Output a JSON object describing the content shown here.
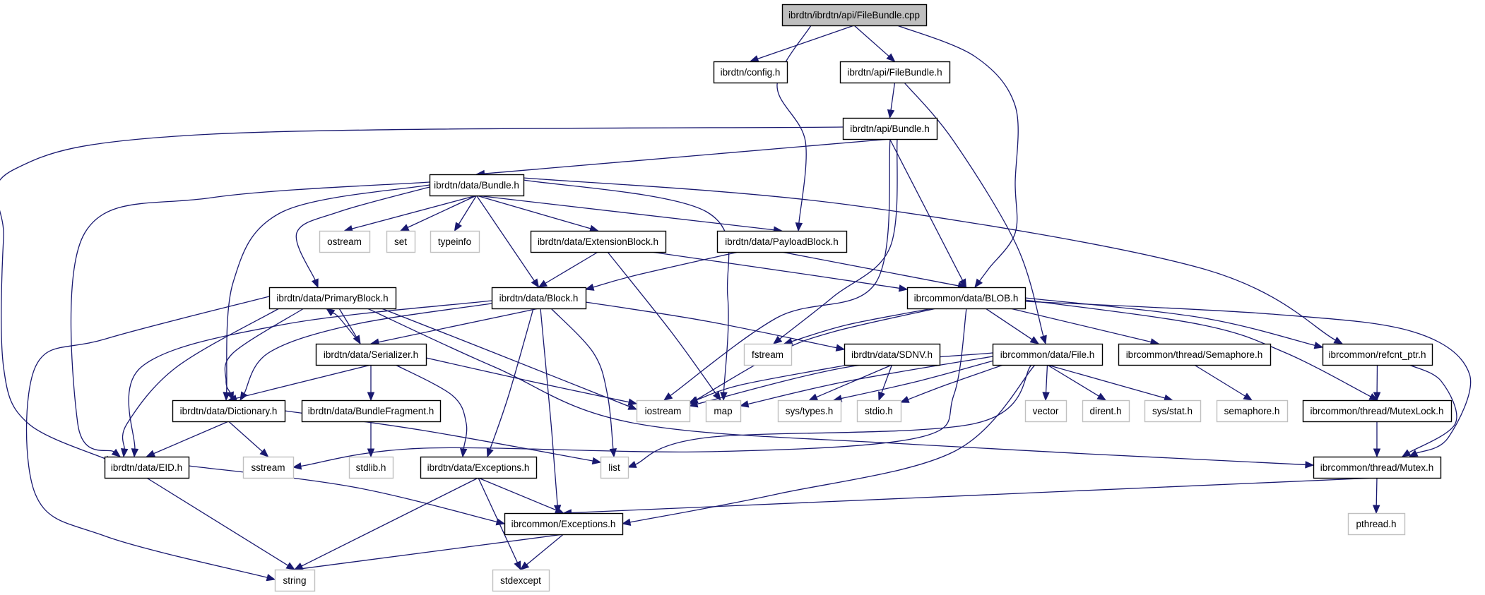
{
  "diagram": {
    "title": "ibrdtn/ibrdtn/api/FileBundle.cpp",
    "type": "include-dependency-graph",
    "colors": {
      "edge": "#191970",
      "root_fill": "#bfbfbf",
      "project_border": "#000000",
      "system_border": "#c0c0c0"
    },
    "nodes": [
      {
        "id": "root",
        "label": "ibrdtn/ibrdtn/api/FileBundle.cpp",
        "kind": "root"
      },
      {
        "id": "config",
        "label": "ibrdtn/config.h",
        "kind": "project"
      },
      {
        "id": "apiFileBundle",
        "label": "ibrdtn/api/FileBundle.h",
        "kind": "project"
      },
      {
        "id": "apiBundle",
        "label": "ibrdtn/api/Bundle.h",
        "kind": "project"
      },
      {
        "id": "dataBundle",
        "label": "ibrdtn/data/Bundle.h",
        "kind": "project"
      },
      {
        "id": "ostream",
        "label": "ostream",
        "kind": "system"
      },
      {
        "id": "set",
        "label": "set",
        "kind": "system"
      },
      {
        "id": "typeinfo",
        "label": "typeinfo",
        "kind": "system"
      },
      {
        "id": "extBlock",
        "label": "ibrdtn/data/ExtensionBlock.h",
        "kind": "project"
      },
      {
        "id": "payloadBlock",
        "label": "ibrdtn/data/PayloadBlock.h",
        "kind": "project"
      },
      {
        "id": "primaryBlock",
        "label": "ibrdtn/data/PrimaryBlock.h",
        "kind": "project"
      },
      {
        "id": "block",
        "label": "ibrdtn/data/Block.h",
        "kind": "project"
      },
      {
        "id": "blob",
        "label": "ibrcommon/data/BLOB.h",
        "kind": "project"
      },
      {
        "id": "serializer",
        "label": "ibrdtn/data/Serializer.h",
        "kind": "project"
      },
      {
        "id": "fstream",
        "label": "fstream",
        "kind": "system"
      },
      {
        "id": "sdnv",
        "label": "ibrdtn/data/SDNV.h",
        "kind": "project"
      },
      {
        "id": "file",
        "label": "ibrcommon/data/File.h",
        "kind": "project"
      },
      {
        "id": "semaphoreH",
        "label": "ibrcommon/thread/Semaphore.h",
        "kind": "project"
      },
      {
        "id": "refcnt",
        "label": "ibrcommon/refcnt_ptr.h",
        "kind": "project"
      },
      {
        "id": "dictionary",
        "label": "ibrdtn/data/Dictionary.h",
        "kind": "project"
      },
      {
        "id": "bundleFragment",
        "label": "ibrdtn/data/BundleFragment.h",
        "kind": "project"
      },
      {
        "id": "iostream",
        "label": "iostream",
        "kind": "system"
      },
      {
        "id": "map",
        "label": "map",
        "kind": "system"
      },
      {
        "id": "systypes",
        "label": "sys/types.h",
        "kind": "system"
      },
      {
        "id": "stdio",
        "label": "stdio.h",
        "kind": "system"
      },
      {
        "id": "vector",
        "label": "vector",
        "kind": "system"
      },
      {
        "id": "dirent",
        "label": "dirent.h",
        "kind": "system"
      },
      {
        "id": "sysstat",
        "label": "sys/stat.h",
        "kind": "system"
      },
      {
        "id": "semaphore",
        "label": "semaphore.h",
        "kind": "system"
      },
      {
        "id": "mutexLock",
        "label": "ibrcommon/thread/MutexLock.h",
        "kind": "project"
      },
      {
        "id": "eid",
        "label": "ibrdtn/data/EID.h",
        "kind": "project"
      },
      {
        "id": "sstream",
        "label": "sstream",
        "kind": "system"
      },
      {
        "id": "stdlib",
        "label": "stdlib.h",
        "kind": "system"
      },
      {
        "id": "dataExceptions",
        "label": "ibrdtn/data/Exceptions.h",
        "kind": "project"
      },
      {
        "id": "list",
        "label": "list",
        "kind": "system"
      },
      {
        "id": "mutex",
        "label": "ibrcommon/thread/Mutex.h",
        "kind": "project"
      },
      {
        "id": "pthread",
        "label": "pthread.h",
        "kind": "system"
      },
      {
        "id": "commonExceptions",
        "label": "ibrcommon/Exceptions.h",
        "kind": "project"
      },
      {
        "id": "string",
        "label": "string",
        "kind": "system"
      },
      {
        "id": "stdexcept",
        "label": "stdexcept",
        "kind": "system"
      }
    ],
    "edges": [
      [
        "root",
        "config"
      ],
      [
        "root",
        "apiFileBundle"
      ],
      [
        "root",
        "payloadBlock"
      ],
      [
        "root",
        "blob"
      ],
      [
        "apiFileBundle",
        "apiBundle"
      ],
      [
        "apiFileBundle",
        "file"
      ],
      [
        "apiBundle",
        "dataBundle"
      ],
      [
        "apiBundle",
        "eid"
      ],
      [
        "apiBundle",
        "blob"
      ],
      [
        "apiBundle",
        "iostream"
      ],
      [
        "apiBundle",
        "fstream"
      ],
      [
        "dataBundle",
        "ostream"
      ],
      [
        "dataBundle",
        "set"
      ],
      [
        "dataBundle",
        "typeinfo"
      ],
      [
        "dataBundle",
        "extBlock"
      ],
      [
        "dataBundle",
        "payloadBlock"
      ],
      [
        "dataBundle",
        "primaryBlock"
      ],
      [
        "dataBundle",
        "block"
      ],
      [
        "dataBundle",
        "dictionary"
      ],
      [
        "dataBundle",
        "eid"
      ],
      [
        "dataBundle",
        "map"
      ],
      [
        "dataBundle",
        "refcnt"
      ],
      [
        "extBlock",
        "block"
      ],
      [
        "extBlock",
        "blob"
      ],
      [
        "extBlock",
        "map"
      ],
      [
        "payloadBlock",
        "block"
      ],
      [
        "payloadBlock",
        "blob"
      ],
      [
        "primaryBlock",
        "serializer"
      ],
      [
        "primaryBlock",
        "dictionary"
      ],
      [
        "primaryBlock",
        "eid"
      ],
      [
        "primaryBlock",
        "string"
      ],
      [
        "primaryBlock",
        "iostream"
      ],
      [
        "primaryBlock",
        "mutex"
      ],
      [
        "block",
        "serializer"
      ],
      [
        "block",
        "dictionary"
      ],
      [
        "block",
        "eid"
      ],
      [
        "block",
        "sdnv"
      ],
      [
        "block",
        "dataExceptions"
      ],
      [
        "block",
        "commonExceptions"
      ],
      [
        "block",
        "list"
      ],
      [
        "serializer",
        "primaryBlock"
      ],
      [
        "serializer",
        "dictionary"
      ],
      [
        "serializer",
        "bundleFragment"
      ],
      [
        "serializer",
        "dataExceptions"
      ],
      [
        "serializer",
        "iostream"
      ],
      [
        "blob",
        "fstream"
      ],
      [
        "blob",
        "iostream"
      ],
      [
        "blob",
        "file"
      ],
      [
        "blob",
        "semaphoreH"
      ],
      [
        "blob",
        "refcnt"
      ],
      [
        "blob",
        "mutexLock"
      ],
      [
        "blob",
        "mutex"
      ],
      [
        "blob",
        "sstream"
      ],
      [
        "sdnv",
        "iostream"
      ],
      [
        "sdnv",
        "systypes"
      ],
      [
        "sdnv",
        "stdio"
      ],
      [
        "file",
        "iostream"
      ],
      [
        "file",
        "map"
      ],
      [
        "file",
        "systypes"
      ],
      [
        "file",
        "stdio"
      ],
      [
        "file",
        "vector"
      ],
      [
        "file",
        "dirent"
      ],
      [
        "file",
        "sysstat"
      ],
      [
        "file",
        "list"
      ],
      [
        "file",
        "commonExceptions"
      ],
      [
        "semaphoreH",
        "semaphore"
      ],
      [
        "refcnt",
        "mutexLock"
      ],
      [
        "refcnt",
        "mutex"
      ],
      [
        "mutexLock",
        "mutex"
      ],
      [
        "dictionary",
        "eid"
      ],
      [
        "dictionary",
        "sstream"
      ],
      [
        "dictionary",
        "list"
      ],
      [
        "bundleFragment",
        "stdlib"
      ],
      [
        "eid",
        "string"
      ],
      [
        "eid",
        "commonExceptions"
      ],
      [
        "dataExceptions",
        "commonExceptions"
      ],
      [
        "dataExceptions",
        "string"
      ],
      [
        "dataExceptions",
        "stdexcept"
      ],
      [
        "mutex",
        "pthread"
      ],
      [
        "mutex",
        "commonExceptions"
      ],
      [
        "commonExceptions",
        "string"
      ],
      [
        "commonExceptions",
        "stdexcept"
      ]
    ]
  }
}
